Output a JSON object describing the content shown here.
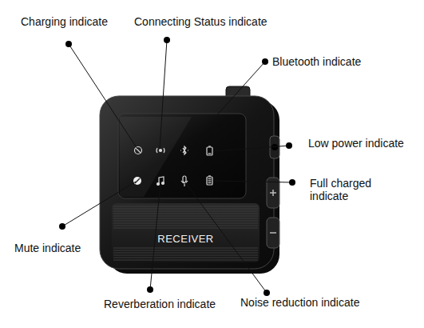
{
  "diagram": {
    "nodes": [
      {
        "text": [
          "RECEIVER"
        ]
      }
    ],
    "labels": [
      "Charging indicate",
      "Connecting Status indicate",
      "Bluetooth indicate",
      "Low power indicate",
      "Full charged indicate",
      "Mute indicate",
      "Reverberation indicate",
      "Noise reduction indicate"
    ]
  }
}
